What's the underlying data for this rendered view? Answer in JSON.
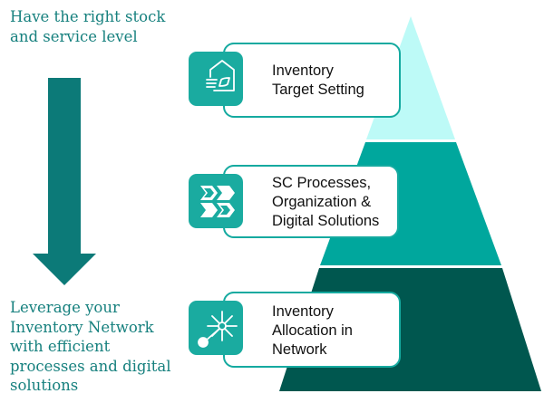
{
  "left_panel": {
    "top_caption": "Have the right stock and service level",
    "bottom_caption": "Leverage your Inventory Network with efficient processes and digital solutions",
    "arrow_direction": "down"
  },
  "pyramid": {
    "levels": [
      {
        "label_lines": [
          "Inventory",
          "Target Setting"
        ],
        "icon": "warehouse-icon",
        "color": "#bdfaf7"
      },
      {
        "label_lines": [
          "SC Processes,",
          "Organization &",
          "Digital Solutions"
        ],
        "icon": "process-chevrons-icon",
        "color": "#00a79d"
      },
      {
        "label_lines": [
          "Inventory",
          "Allocation in",
          "Network"
        ],
        "icon": "network-node-icon",
        "color": "#00574f"
      }
    ]
  },
  "colors": {
    "caption_text": "#16807e",
    "arrow": "#0c7a78",
    "box_border": "#15aaa0",
    "icon_tile": "#1aaba0"
  }
}
